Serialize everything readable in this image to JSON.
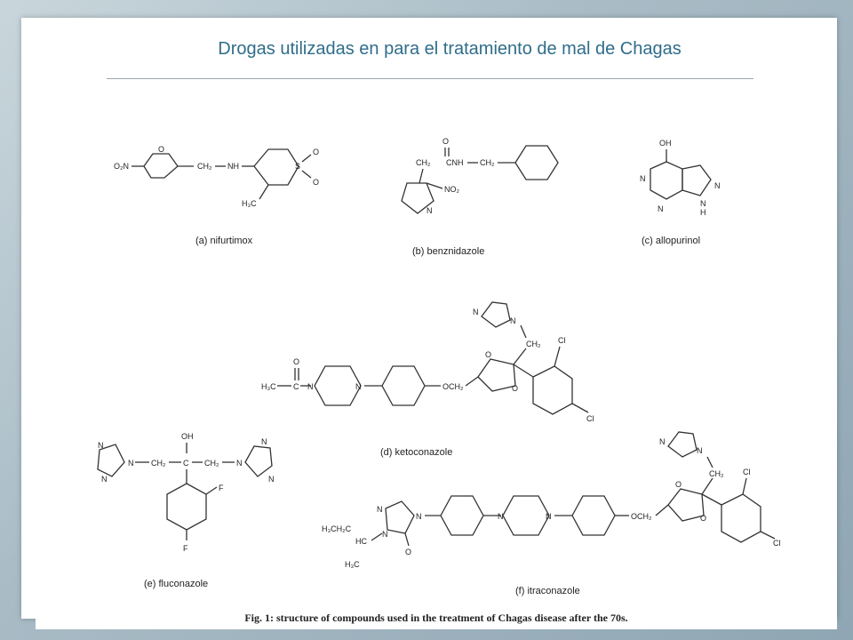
{
  "slide": {
    "title": "Drogas utilizadas en para el tratamiento de mal de Chagas"
  },
  "figure": {
    "caption": "Fig. 1: structure of compounds used in the treatment of Chagas disease after the 70s.",
    "compounds": {
      "a": {
        "label": "(a) nifurtimox"
      },
      "b": {
        "label": "(b) benznidazole"
      },
      "c": {
        "label": "(c) allopurinol"
      },
      "d": {
        "label": "(d) ketoconazole"
      },
      "e": {
        "label": "(e) fluconazole"
      },
      "f": {
        "label": "(f) itraconazole"
      }
    },
    "atom_labels": {
      "o2n": "O₂N",
      "o": "O",
      "ch2": "CH₂",
      "nh": "NH",
      "s": "S",
      "h3c": "H₃C",
      "c": "C",
      "cnh": "CNH",
      "no2": "NO₂",
      "n": "N",
      "oh": "OH",
      "h": "H",
      "cl": "Cl",
      "och2": "OCH₂",
      "f": "F",
      "h3cch2": "H₃CH₂C",
      "hc": "HC"
    }
  }
}
